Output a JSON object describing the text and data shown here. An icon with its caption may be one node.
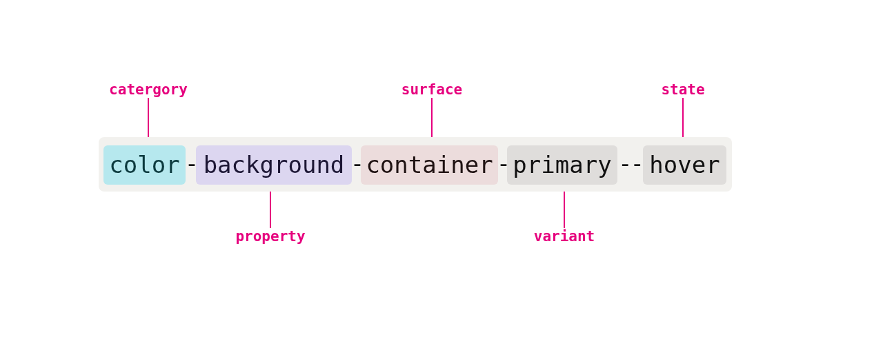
{
  "diagram": {
    "nodes": [
      {
        "text": [
          "catergory"
        ]
      },
      {
        "text": [
          "surface"
        ]
      },
      {
        "text": [
          "state"
        ]
      },
      {
        "text": [
          "-",
          "-",
          "-",
          "--"
        ]
      },
      {
        "text": [
          "color"
        ],
        "in": 3
      },
      {
        "text": [
          "background"
        ],
        "in": 3
      },
      {
        "text": [
          "container"
        ],
        "in": 3
      },
      {
        "text": [
          "primary"
        ],
        "in": 3
      },
      {
        "text": [
          "hover"
        ],
        "in": 3
      },
      {
        "text": [
          "property"
        ]
      },
      {
        "text": [
          "variant"
        ]
      }
    ],
    "edges": [
      {
        "from": 0,
        "to": 4,
        "arrow": "none"
      },
      {
        "from": 1,
        "to": 6,
        "arrow": "none"
      },
      {
        "from": 2,
        "to": 8,
        "arrow": "none"
      },
      {
        "from": 9,
        "to": 5,
        "arrow": "none"
      },
      {
        "from": 10,
        "to": 7,
        "arrow": "none"
      }
    ]
  }
}
